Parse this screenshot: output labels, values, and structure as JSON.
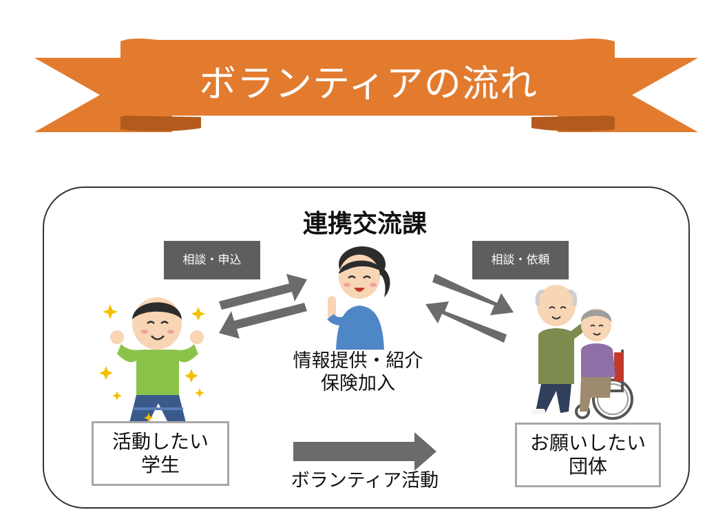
{
  "banner": {
    "title": "ボランティアの流れ",
    "color": "#e27b2e",
    "shadow_color": "#b35b1d"
  },
  "panel": {
    "title": "連携交流課"
  },
  "tags": {
    "left": "相談・申込",
    "right": "相談・依頼"
  },
  "center": {
    "line1": "情報提供・紹介",
    "line2": "保険加入"
  },
  "boxes": {
    "left": {
      "line1": "活動したい",
      "line2": "学生"
    },
    "right": {
      "line1": "お願いしたい",
      "line2": "団体"
    }
  },
  "bottom_label": "ボランティア活動",
  "colors": {
    "arrow": "#6c6a6b",
    "tag_bg": "#5f5d5e",
    "box_border": "#a7a7a7"
  },
  "icons": [
    "student-illustration",
    "staff-illustration",
    "elderly-illustration",
    "sparkle-icon"
  ]
}
